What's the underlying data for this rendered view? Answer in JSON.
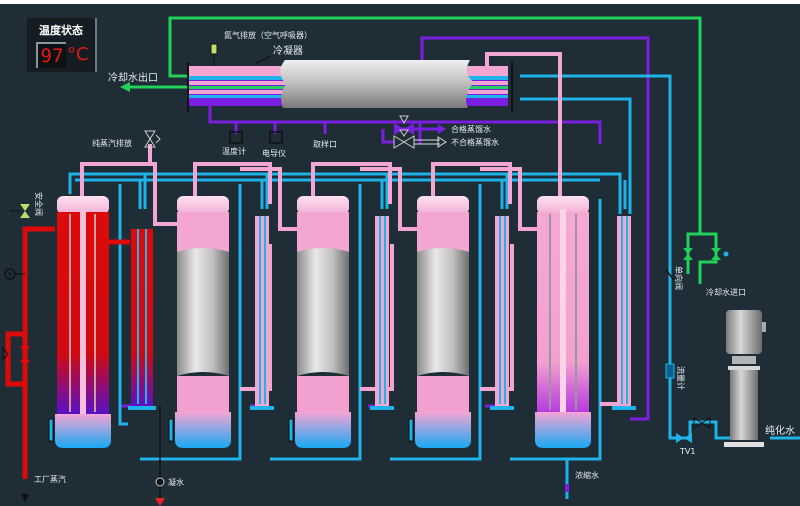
{
  "temperature_panel": {
    "title": "温度状态",
    "value": "97",
    "unit": "°C"
  },
  "labels": {
    "nitrogen_vent": "氮气排放（空气呼吸器）",
    "condenser": "冷凝器",
    "cooling_water_outlet": "冷却水出口",
    "cooling_water_inlet": "冷却水进口",
    "qualified_water": "合格蒸馏水",
    "unqualified_water": "不合格蒸馏水",
    "thermometer": "温度计",
    "conductivity_meter": "电导仪",
    "sampling_port": "取样口",
    "pure_steam_vent": "纯蒸汽排放",
    "safety_valve": "安全阀",
    "plant_steam": "工厂蒸汽",
    "condensate": "凝水",
    "concentrate": "浓缩水",
    "check_valve": "单向阀",
    "flowmeter": "流量计",
    "purified_water": "纯化水",
    "tv1": "TV1"
  },
  "colors": {
    "background": "#1e2d36",
    "steam": "#f4a6d2",
    "cold_water": "#1eb4ea",
    "cooling": "#23d05a",
    "distillate": "#7a1ee0",
    "hot_steam": "#dd0a0a",
    "display_digits": "#e31919"
  }
}
